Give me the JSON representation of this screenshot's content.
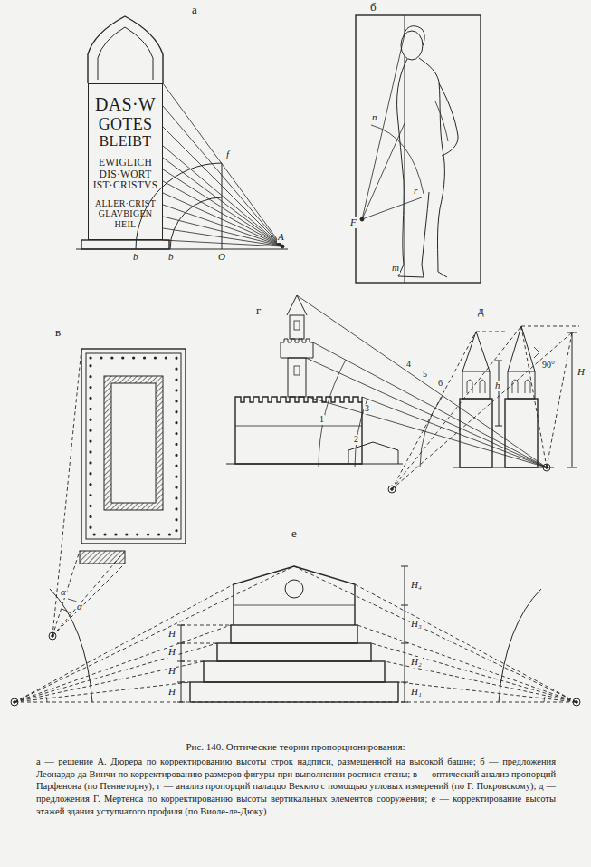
{
  "diagram": {
    "title": "Рис. 140. Оптические теории пропорционирования:",
    "caption": "а — решение А. Дюрера по корректированию высоты строк надписи, размещенной на высокой башне; б — предложения Леонардо да Винчи по корректированию размеров фигуры при выполнении росписи стены; в — оптический анализ пропорций Парфенона (по Пеннеторну); г — анализ пропорций палаццо Веккио с помощью угловых измерений (по Г. Покровскому); д — предложения Г. Мертенса по корректированию высоты вертикальных элементов сооружения; е — корректирование высоты этажей здания уступчатого профиля (по Виоле-ле-Дюку)",
    "nodes": [
      {
        "text": [
          "DAS·W",
          "GOTES",
          "BLEIBT",
          "EWIGLICH",
          "DIS·WORT",
          "IST·CRISTVS",
          "ALLER·CRIST",
          "GLAVBIGEN",
          "HEIL"
        ]
      }
    ],
    "labels": [
      "а",
      "b",
      "b",
      "O",
      "f",
      "A",
      "б",
      "n",
      "r",
      "F",
      "m",
      "в",
      "α",
      "α",
      "г",
      "1",
      "2",
      "3",
      "4",
      "5",
      "6",
      "д",
      "h",
      "H",
      "90°",
      "е",
      "H",
      "H",
      "H",
      "H",
      "H₄",
      "H₃",
      "H₂",
      "H₁"
    ]
  }
}
